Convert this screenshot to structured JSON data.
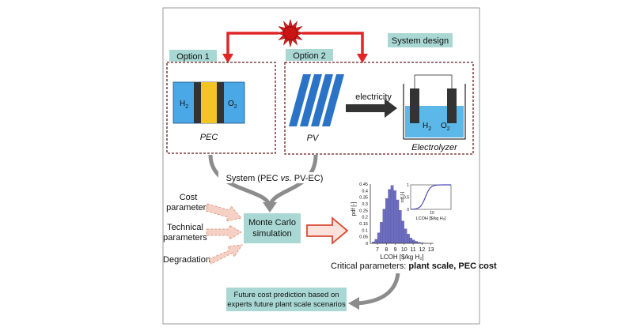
{
  "diagram": {
    "system_design_label": "System design",
    "option1": {
      "label": "Option 1",
      "h2": "H",
      "h2_sub": "2",
      "o2": "O",
      "o2_sub": "2",
      "caption": "PEC"
    },
    "option2": {
      "label": "Option 2",
      "pv_caption": "PV",
      "arrow_label": "electricity",
      "h2": "H",
      "h2_sub": "2",
      "o2": "O",
      "o2_sub": "2",
      "electrolyzer_caption": "Electrolyzer"
    },
    "system_label": {
      "prefix": "System (PEC ",
      "vs": "vs.",
      "suffix": " PV-EC)"
    },
    "inputs": {
      "cost_line1": "Cost",
      "cost_line2": "parameters",
      "tech_line1": "Technical",
      "tech_line2": "parameters",
      "degradation": "Degradation"
    },
    "monte_carlo": {
      "line1": "Monte Carlo",
      "line2": "simulation"
    },
    "critical": {
      "prefix": "Critical parameters: ",
      "bold": "plant scale, PEC cost"
    },
    "future": {
      "line1": "Future cost prediction based on",
      "line2": "experts future plant scale scenarios"
    },
    "colors": {
      "label_bg": "#a9d8d4",
      "red": "#e02626",
      "sun": "#e01c1c",
      "sun_core": "#c91414",
      "pec_blue": "#4aa8e6",
      "pec_dark": "#333333",
      "pec_yellow": "#f4c326",
      "pv_blue": "#2a73c6",
      "water": "#5bb8e8",
      "gray_arrow": "#8c8c8c",
      "pink_arrow": "#f5d0c4",
      "pink_stroke": "#e59b86",
      "hist": "#6e6ec0"
    }
  },
  "chart_data": {
    "type": "bar",
    "title": "",
    "xlabel": "LCOH [$/kg H₂]",
    "ylabel": "pdf [-]",
    "x_ticks": [
      "7",
      "8",
      "9",
      "10",
      "11",
      "12",
      "13"
    ],
    "y_ticks": [
      "0",
      "0.05",
      "0.1",
      "0.15",
      "0.2",
      "0.25",
      "0.3",
      "0.35",
      "0.4",
      "0.45"
    ],
    "xlim": [
      6.2,
      13.3
    ],
    "ylim": [
      0,
      0.45
    ],
    "bins_x": [
      6.55,
      6.85,
      7.15,
      7.45,
      7.75,
      8.05,
      8.35,
      8.65,
      8.95,
      9.25,
      9.55,
      9.85,
      10.15,
      10.45,
      10.75,
      11.05,
      11.35,
      11.65,
      11.95,
      12.25
    ],
    "values": [
      0.01,
      0.03,
      0.08,
      0.16,
      0.26,
      0.34,
      0.41,
      0.44,
      0.4,
      0.33,
      0.25,
      0.17,
      0.11,
      0.07,
      0.04,
      0.025,
      0.015,
      0.008,
      0.004,
      0.002
    ],
    "inset": {
      "type": "line",
      "xlabel": "LCOH [$/kg H₂]",
      "ylabel": "cdf [-]",
      "x_ticks": [
        "10"
      ],
      "y_ticks": [
        "0",
        "0.5",
        "1"
      ],
      "xlim": [
        5.5,
        14
      ],
      "ylim": [
        0,
        1
      ]
    }
  }
}
